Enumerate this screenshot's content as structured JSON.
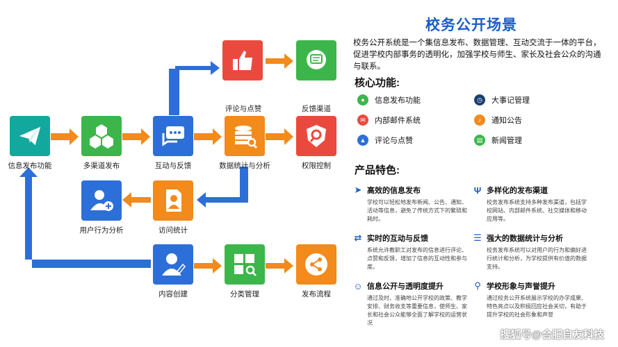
{
  "flow": {
    "nodes": [
      {
        "id": "n1",
        "label": "信息发布功能",
        "color": "#13a89e",
        "icon": "paper-plane-icon"
      },
      {
        "id": "n2",
        "label": "多渠道发布",
        "color": "#3cb64a",
        "icon": "hexagons-icon"
      },
      {
        "id": "n3",
        "label": "互动与反馈",
        "color": "#2d6fd8",
        "icon": "chat-bubbles-icon"
      },
      {
        "id": "n4",
        "label": "数据统计与分析",
        "color": "#f28a1c",
        "icon": "database-search-icon"
      },
      {
        "id": "n5",
        "label": "权限控制",
        "color": "#ea4a3d",
        "icon": "shield-search-icon"
      },
      {
        "id": "n6",
        "label": "评论与点赞",
        "color": "#ea4a3d",
        "icon": "thumbs-up-icon"
      },
      {
        "id": "n7",
        "label": "反馈渠道",
        "color": "#3cb64a",
        "icon": "message-icon"
      },
      {
        "id": "n8",
        "label": "访问统计",
        "color": "#f28a1c",
        "icon": "document-user-icon"
      },
      {
        "id": "n9",
        "label": "用户行为分析",
        "color": "#2d6fd8",
        "icon": "user-add-icon"
      },
      {
        "id": "n10",
        "label": "内容创建",
        "color": "#2d6fd8",
        "icon": "user-edit-icon"
      },
      {
        "id": "n11",
        "label": "分类管理",
        "color": "#3cb64a",
        "icon": "grid-search-icon"
      },
      {
        "id": "n12",
        "label": "发布流程",
        "color": "#f28a1c",
        "icon": "share-icon"
      }
    ],
    "arrow_colors": {
      "orange": "#f28a1c",
      "blue": "#2d6fd8"
    }
  },
  "panel": {
    "title": "校务公开场景",
    "intro": "校务公开系统是一个集信息发布、数据管理、互动交流于一体的平台，促进学校内部事务的透明化，加强学校与师生、家长及社会公众的沟通与联系。",
    "core_heading": "核心功能:",
    "core": [
      {
        "label": "信息发布功能",
        "icon": "chat-icon",
        "color": "#3cb64a"
      },
      {
        "label": "大事记管理",
        "icon": "clock-icon",
        "color": "#1b3f73"
      },
      {
        "label": "内部邮件系统",
        "icon": "mail-icon",
        "color": "#ea4a3d"
      },
      {
        "label": "通知公告",
        "icon": "bell-icon",
        "color": "#f28a1c"
      },
      {
        "label": "评论与点赞",
        "icon": "thumbs-up-icon",
        "color": "#2d6fd8"
      },
      {
        "label": "新闻管理",
        "icon": "news-icon",
        "color": "#3cb64a"
      }
    ],
    "feature_heading": "产品特色:",
    "features": [
      {
        "title": "高效的信息发布",
        "icon": "send-icon",
        "desc": "学校可以轻松地发布新闻、公告、通知、活动等信息，避免了传统方式下的繁琐和耗时。"
      },
      {
        "title": "多样化的发布渠道",
        "icon": "usb-icon",
        "desc": "校务发布系统支持多种发布渠道，包括学校网站、内部邮件系统、社交媒体和移动应用等。"
      },
      {
        "title": "实时的互动与反馈",
        "icon": "flow-icon",
        "desc": "系统允许教职工对发布的信息进行评论、点赞和反馈，增加了信息的互动性和参与度。"
      },
      {
        "title": "强大的数据统计与分析",
        "icon": "database-icon",
        "desc": "校务发布系统可以对用户的行为和偏好进行统计和分析，为学校提供有价值的数据支持。"
      },
      {
        "title": "信息公开与透明度提升",
        "icon": "user-gear-icon",
        "desc": "通过及时、准确地公开学校的政策、教学安排、财务收支等重要信息，使师生、家长和社会公众能够全面了解学校的运营状况"
      },
      {
        "title": "学校形象与声誉提升",
        "icon": "magnifier-icon",
        "desc": "通过校务公开系统展示学校的办学成果、特色亮点以及积极回应社会关切，有助于提升学校的社会形象和声誉"
      }
    ]
  },
  "watermark": "搜狐号@合肥自友科技"
}
